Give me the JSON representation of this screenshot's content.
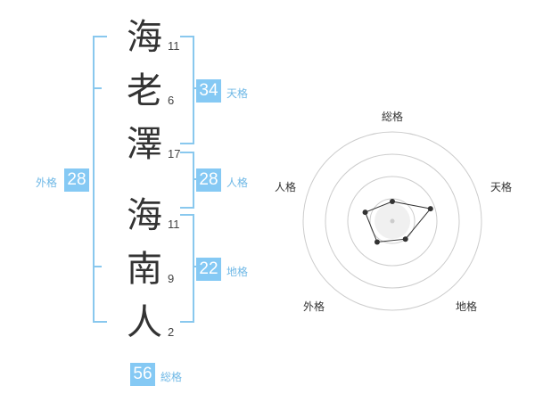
{
  "surname": [
    {
      "char": "海",
      "strokes": "11"
    },
    {
      "char": "老",
      "strokes": "6"
    },
    {
      "char": "澤",
      "strokes": "17"
    }
  ],
  "given_name": [
    {
      "char": "海",
      "strokes": "11"
    },
    {
      "char": "南",
      "strokes": "9"
    },
    {
      "char": "人",
      "strokes": "2"
    }
  ],
  "fortunes": {
    "tenkaku": {
      "value": "34",
      "label": "天格"
    },
    "jinkaku": {
      "value": "28",
      "label": "人格"
    },
    "chikaku": {
      "value": "22",
      "label": "地格"
    },
    "gaikaku": {
      "value": "28",
      "label": "外格"
    },
    "soukaku": {
      "value": "56",
      "label": "総格"
    }
  },
  "radar": {
    "axes": [
      "総格",
      "天格",
      "地格",
      "外格",
      "人格"
    ],
    "levels": 4,
    "values": [
      0.22,
      0.45,
      0.25,
      0.29,
      0.32
    ],
    "colors": {
      "ring": "#cccccc",
      "polygon": "#333333",
      "fill": "#f0f0f0"
    }
  },
  "colors": {
    "accent": "#85c9f4",
    "bracket": "#89c8ee",
    "label": "#6fb8e6"
  }
}
